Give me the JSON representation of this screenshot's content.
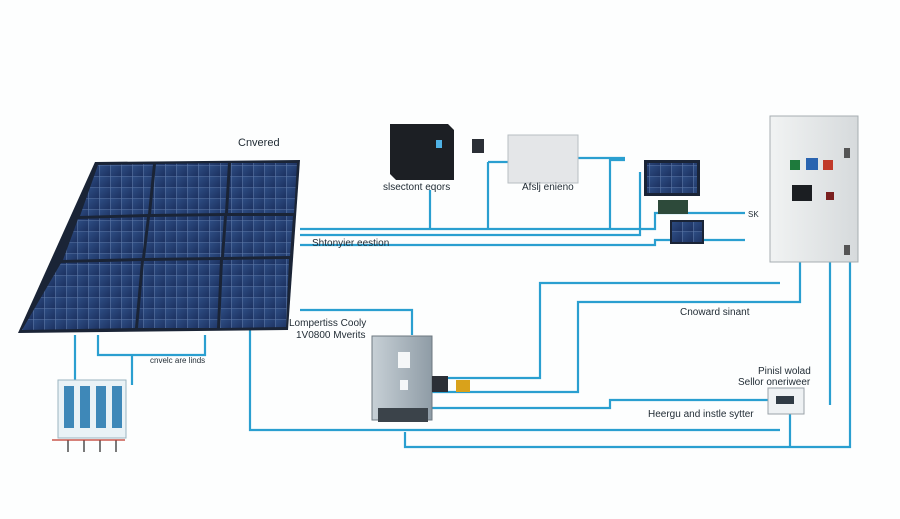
{
  "labels": {
    "panel_caption": "Cnvered",
    "inverter_caption": "slsectont eqors",
    "box_caption": "Afslj enieno",
    "disconnect_caption": "Shtonyier eestion",
    "combiner_caption": "cnvelc are linds",
    "charge_controller_line1": "Lompertiss Cooly",
    "charge_controller_line2": "1V0800 Mverits",
    "ground_caption": "Cnoward sinant",
    "meter_line1": "Pinisl wolad",
    "meter_line2": "Sellor oneriweer",
    "bottom_caption": "Heergu and instle sytter",
    "sk_caption": "SK"
  },
  "colors": {
    "wire": "#2a9fd0",
    "panel_frame": "#1a2436",
    "panel_cell": "#223a63",
    "cabinet": "#e6e9ea"
  }
}
